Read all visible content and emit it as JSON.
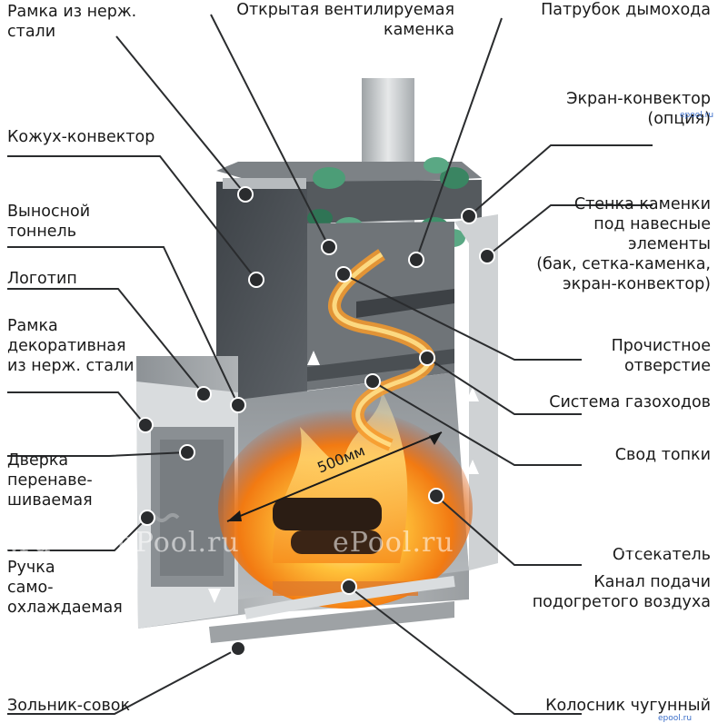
{
  "labels_left": {
    "frame_steel": "Рамка из нерж.\nстали",
    "casing_convector": "Кожух-конвектор",
    "remote_tunnel": "Выносной\nтоннель",
    "logo": "Логотип",
    "decor_frame": "Рамка\nдекоративная\nиз нерж. стали",
    "door": "Дверка\nперенаве-\nшиваемая",
    "handle": "Ручка\nсамо-\nохлаждаемая",
    "ash_pan": "Зольник-совок"
  },
  "labels_right": {
    "chimney_pipe": "Патрубок дымохода",
    "screen_convector": "Экран-конвектор\n(опция)",
    "heater_wall": "Стенка каменки\nпод навесные\nэлементы\n(бак, сетка-каменка,\nэкран-конвектор)",
    "cleaning_hole": "Прочистное\nотверстие",
    "flue_system": "Система газоходов",
    "firebox_vault": "Свод топки",
    "cutoff": "Отсекатель",
    "air_channel": "Канал подачи\nподогретого воздуха",
    "grate": "Колосник чугунный"
  },
  "labels_top": {
    "open_heater": "Открытая вентилируемая\nкаменка"
  },
  "dimension": "500мм",
  "watermarks": [
    "l.ru",
    "ePool.ru",
    "ePool.ru",
    "ePool.ru",
    "ePool.ru"
  ],
  "watermark_site": "epool.ru",
  "colors": {
    "steel_dark": "#4e5358",
    "steel_light": "#c9ccce",
    "flame": "#f7901e",
    "stone": "#3f8f6a",
    "marker": "#2a2c2e"
  },
  "icons": [
    "callout-dot-icon",
    "air-flow-arrow-icon",
    "flame-icon"
  ]
}
